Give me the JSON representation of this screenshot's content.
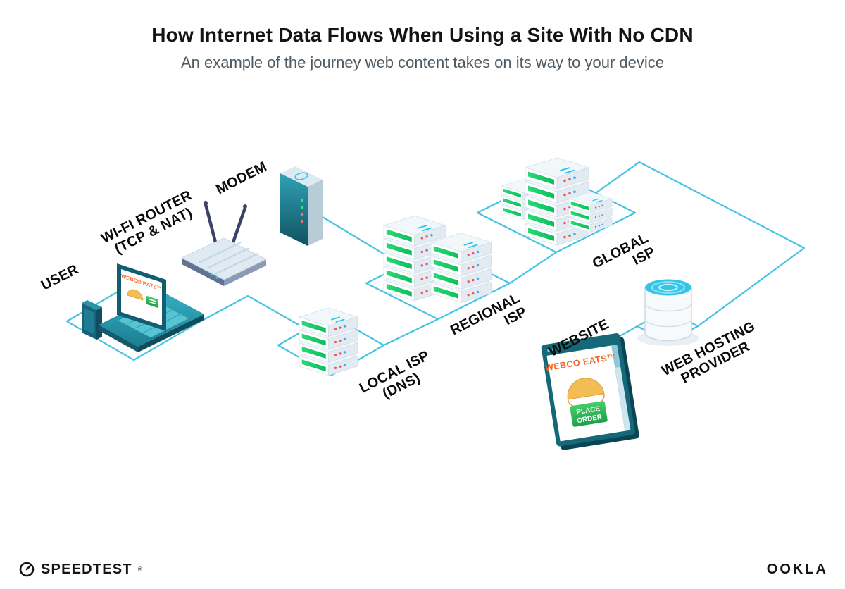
{
  "title": "How Internet Data Flows When Using a Site With No CDN",
  "subtitle": "An example of the journey web content takes on its way to your device",
  "flow_sequence": [
    "USER",
    "WI-FI ROUTER (TCP & NAT)",
    "MODEM",
    "LOCAL ISP (DNS)",
    "REGIONAL ISP",
    "GLOBAL ISP",
    "WEB HOSTING PROVIDER",
    "WEBSITE"
  ],
  "nodes": {
    "user": {
      "label": "USER",
      "screen_brand": "WEBCO EATS™"
    },
    "wifi_router": {
      "label_line1": "WI-FI ROUTER",
      "label_line2": "(TCP & NAT)"
    },
    "modem": {
      "label": "MODEM"
    },
    "local_isp": {
      "label_line1": "LOCAL ISP",
      "label_line2": "(DNS)"
    },
    "regional_isp": {
      "label_line1": "REGIONAL",
      "label_line2": "ISP"
    },
    "global_isp": {
      "label_line1": "GLOBAL",
      "label_line2": "ISP"
    },
    "website": {
      "label": "WEBSITE",
      "screen_brand": "WEBCO EATS™",
      "button_line1": "PLACE",
      "button_line2": "ORDER"
    },
    "web_hosting": {
      "label_line1": "WEB HOSTING",
      "label_line2": "PROVIDER"
    }
  },
  "footer": {
    "speedtest": "SPEEDTEST",
    "speedtest_mark": "®",
    "ookla": "OOKLA"
  },
  "colors": {
    "line": "#45c3e4",
    "teal_dark": "#135a6b",
    "server_green": "#1ecb6b",
    "brand_orange": "#f26522",
    "button_green": "#2fb45a"
  }
}
